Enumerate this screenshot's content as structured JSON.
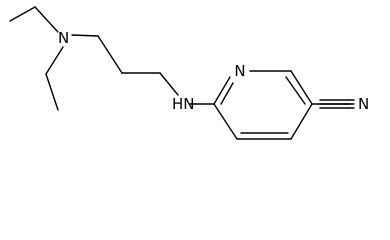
{
  "structure": {
    "atoms": {
      "amine_n": "N",
      "linker_nh": "HN",
      "pyridine_n": "N",
      "nitrile_n": "N"
    }
  }
}
